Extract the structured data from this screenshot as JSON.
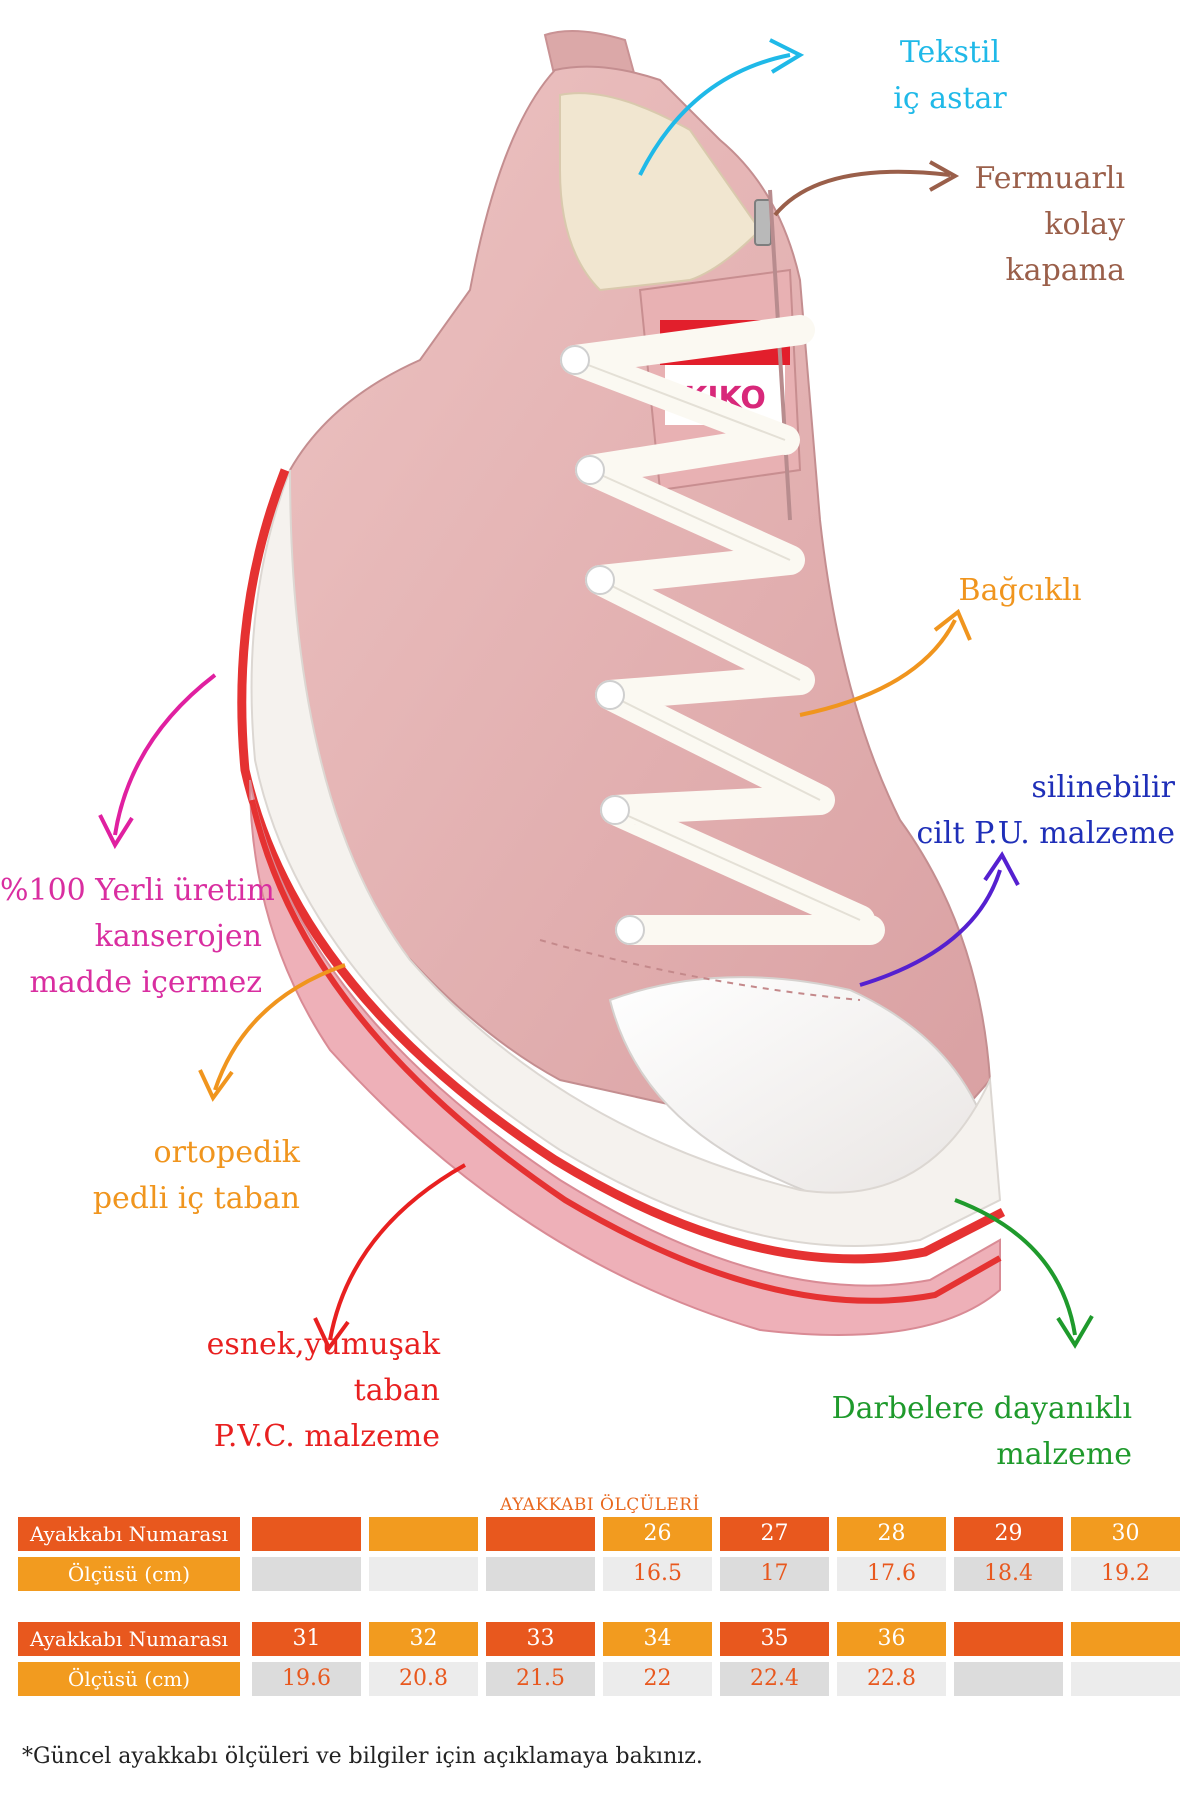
{
  "image": {
    "subject": "pink high-top children's sneaker with white laces, white toe cap and red striped sole",
    "brand_label": "KIKO"
  },
  "colors": {
    "shoe_pink": "#e8b7b7",
    "shoe_pink_dark": "#d49a9c",
    "sole_red": "#e53232",
    "sole_white": "#f5f2ee",
    "orange_dark": "#e8581e",
    "orange_light": "#f29b1f"
  },
  "callouts": [
    {
      "id": "lining",
      "lines": [
        "Tekstil",
        "iç astar"
      ],
      "color": "#1fb9e8",
      "arrow": "cyan-arrow-icon"
    },
    {
      "id": "zipper",
      "lines": [
        "Fermuarlı",
        "kolay",
        "kapama"
      ],
      "color": "#9a5f4a",
      "arrow": "brown-arrow-icon"
    },
    {
      "id": "laces",
      "lines": [
        "Bağcıklı"
      ],
      "color": "#f0951e",
      "arrow": "orange-arrow-icon"
    },
    {
      "id": "material",
      "lines": [
        "silinebilir",
        "cilt P.U. malzeme"
      ],
      "color": "#1f2fb8",
      "arrow": "blue-arrow-icon"
    },
    {
      "id": "local",
      "lines": [
        "%100 Yerli üretim",
        "kanserojen",
        "madde içermez"
      ],
      "color": "#d92ea0",
      "arrow": "magenta-arrow-icon"
    },
    {
      "id": "insole",
      "lines": [
        "ortopedik",
        "pedli iç taban"
      ],
      "color": "#f0951e",
      "arrow": "orange-arrow-icon"
    },
    {
      "id": "sole",
      "lines": [
        "esnek,yumuşak",
        "taban",
        "P.V.C. malzeme"
      ],
      "color": "#e82020",
      "arrow": "red-arrow-icon"
    },
    {
      "id": "impact",
      "lines": [
        "Darbelere dayanıklı",
        "malzeme"
      ],
      "color": "#1f9a2c",
      "arrow": "green-arrow-icon"
    }
  ],
  "size_chart": {
    "title": "AYAKKABI ÖLÇÜLERİ",
    "label_number": "Ayakkabı Numarası",
    "label_cm": "Ölçüsü (cm)",
    "rows": [
      {
        "numbers": [
          "",
          "",
          "",
          "26",
          "27",
          "28",
          "29",
          "30"
        ],
        "cm": [
          "",
          "",
          "",
          "16.5",
          "17",
          "17.6",
          "18.4",
          "19.2"
        ]
      },
      {
        "numbers": [
          "31",
          "32",
          "33",
          "34",
          "35",
          "36",
          "",
          ""
        ],
        "cm": [
          "19.6",
          "20.8",
          "21.5",
          "22",
          "22.4",
          "22.8",
          "",
          ""
        ]
      }
    ]
  },
  "footnote": "*Güncel ayakkabı ölçüleri ve bilgiler için açıklamaya bakınız."
}
